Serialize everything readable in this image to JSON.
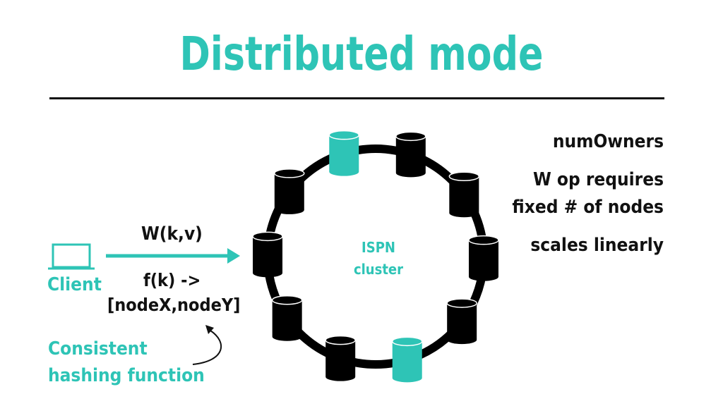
{
  "slide": {
    "title": "Distributed mode",
    "client_label": "Client",
    "write_op": "W(k,v)",
    "hash_line1": "f(k) ->",
    "hash_line2": "[nodeX,nodeY]",
    "hash_note_line1": "Consistent",
    "hash_note_line2": "hashing function",
    "cluster_line1": "ISPN",
    "cluster_line2": "cluster",
    "notes": [
      "numOwners",
      "W op requires",
      "fixed # of nodes",
      "scales linearly"
    ]
  },
  "diagram": {
    "node_count": 10,
    "owner_nodes": [
      0,
      5
    ],
    "colors": {
      "accent": "#2ec4b6",
      "node": "#000000",
      "owner_node": "#2ec4b6",
      "text": "#111111"
    },
    "icons": [
      "laptop-icon",
      "database-icon",
      "arrow-right-icon",
      "curved-arrow-icon"
    ]
  }
}
